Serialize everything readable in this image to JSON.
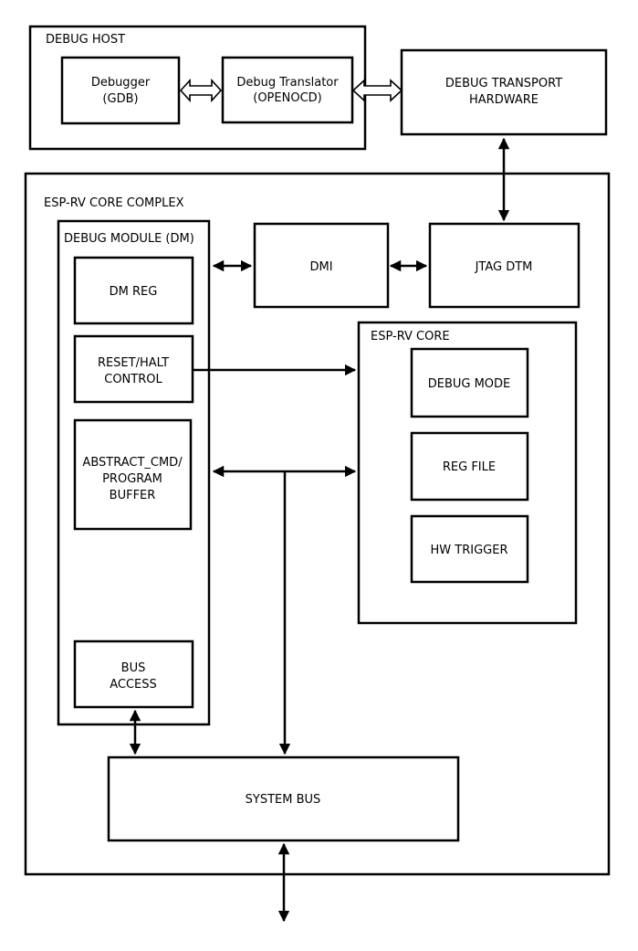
{
  "containers": {
    "debug_host": "DEBUG HOST",
    "core_complex": "ESP-RV CORE COMPLEX",
    "debug_module": "DEBUG MODULE (DM)",
    "esp_rv_core": "ESP-RV CORE"
  },
  "blocks": {
    "debugger": [
      "Debugger",
      "(GDB)"
    ],
    "translator": [
      "Debug Translator",
      "(OPENOCD)"
    ],
    "transport": [
      "DEBUG TRANSPORT",
      "HARDWARE"
    ],
    "dmi": "DMI",
    "jtag_dtm": "JTAG DTM",
    "dm_reg": "DM REG",
    "reset_halt": [
      "RESET/HALT",
      "CONTROL"
    ],
    "abstract_cmd": [
      "ABSTRACT_CMD/",
      "PROGRAM",
      "BUFFER"
    ],
    "bus_access": [
      "BUS",
      "ACCESS"
    ],
    "debug_mode": "DEBUG MODE",
    "reg_file": "REG FILE",
    "hw_trigger": "HW TRIGGER",
    "system_bus": "SYSTEM BUS"
  }
}
